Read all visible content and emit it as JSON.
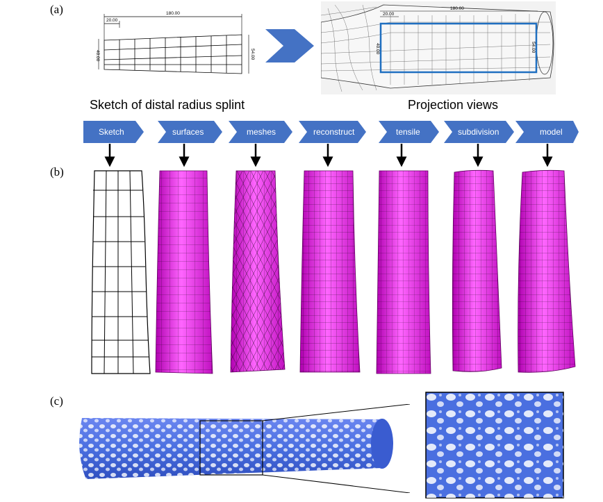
{
  "panels": {
    "a": {
      "label": "(a)"
    },
    "b": {
      "label": "(b)"
    },
    "c": {
      "label": "(c)"
    }
  },
  "captions": {
    "sketch": "Sketch of distal radius splint",
    "projection": "Projection views"
  },
  "dimensions": {
    "length": "180.00",
    "offset": "20.00",
    "height_left": "40.00",
    "height_right": "54.00"
  },
  "steps": [
    "Sketch",
    "surfaces",
    "meshes",
    "reconstruct",
    "tensile",
    "subdivision",
    "model"
  ],
  "colors": {
    "step_chevron": "#4472C4",
    "big_arrow": "#4472C4",
    "mesh_magenta": "#E020E0",
    "lattice_blue": "#4A6FE0",
    "projection_box": "#1F6FC0"
  }
}
